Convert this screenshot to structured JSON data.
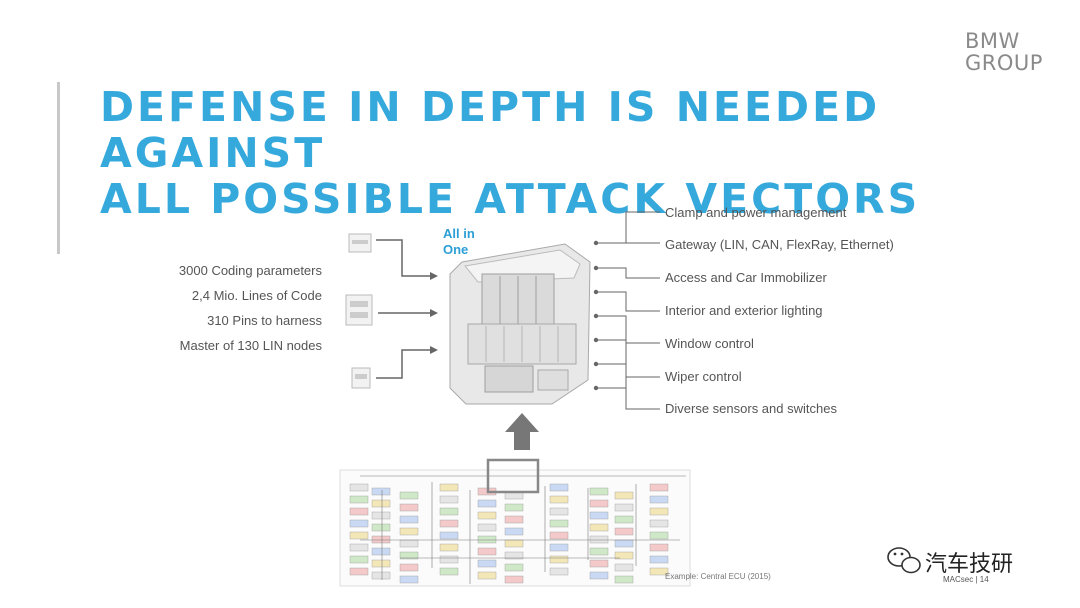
{
  "brand": {
    "line1": "BMW",
    "line2": "GROUP"
  },
  "title": {
    "line1": "DEFENSE IN DEPTH IS NEEDED AGAINST",
    "line2": "ALL POSSIBLE ATTACK VECTORS"
  },
  "left_facts": [
    "3000 Coding parameters",
    "2,4 Mio. Lines of Code",
    "310 Pins to harness",
    "Master of 130 LIN nodes"
  ],
  "ecu_label": {
    "line1": "All in",
    "line2": "One"
  },
  "functions": [
    "Clamp and power management",
    "Gateway (LIN, CAN, FlexRay, Ethernet)",
    "Access and Car Immobilizer",
    "Interior and exterior lighting",
    "Window control",
    "Wiper control",
    "Diverse sensors and switches"
  ],
  "caption": "Example: Central ECU (2015)",
  "footer": {
    "label": "MACsec",
    "separator": "|",
    "page": "14"
  },
  "watermark": "汽车技研",
  "colors": {
    "accent": "#36a9dc",
    "line": "#666666",
    "bar": "#c8c8c8"
  },
  "icons": [
    "wechat-icon",
    "chip-icon",
    "ecu-module-image",
    "up-arrow-icon"
  ]
}
